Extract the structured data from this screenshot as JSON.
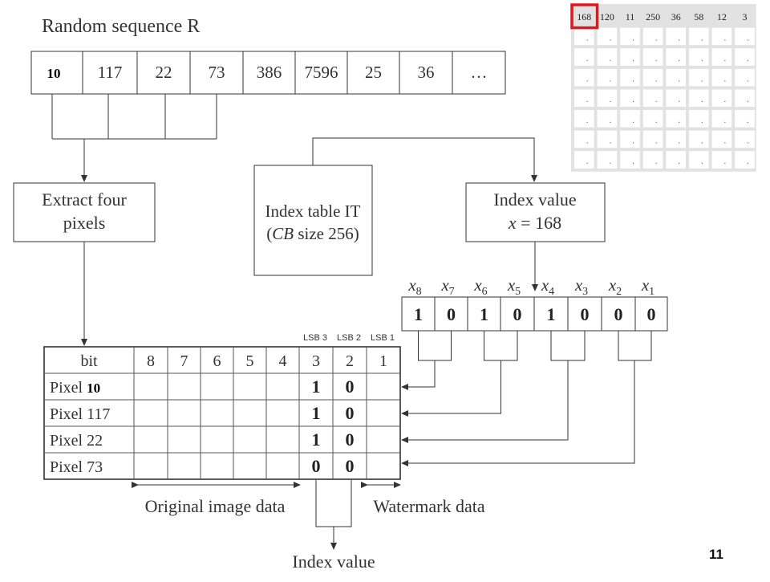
{
  "title": "Random sequence R",
  "sequence": [
    "10",
    "117",
    "22",
    "73",
    "386",
    "7596",
    "25",
    "36",
    "…"
  ],
  "boxes": {
    "extract": [
      "Extract four",
      "pixels"
    ],
    "index_table_line1": "Index table IT",
    "index_table_line2_prefix": "(",
    "index_table_line2_italic": "CB",
    "index_table_line2_rest": " size 256)",
    "index_value_line1": "Index value",
    "index_value_var": "x",
    "index_value_rest": " = 168"
  },
  "bits": {
    "labels": [
      {
        "base": "x",
        "sub": "8"
      },
      {
        "base": "x",
        "sub": "7"
      },
      {
        "base": "x",
        "sub": "6"
      },
      {
        "base": "x",
        "sub": "5"
      },
      {
        "base": "x",
        "sub": "4"
      },
      {
        "base": "x",
        "sub": "3"
      },
      {
        "base": "x",
        "sub": "2"
      },
      {
        "base": "x",
        "sub": "1"
      }
    ],
    "values": [
      "1",
      "0",
      "1",
      "0",
      "1",
      "0",
      "0",
      "0"
    ]
  },
  "pixel_table": {
    "lsb_labels": [
      "LSB 3",
      "LSB 2",
      "LSB 1"
    ],
    "header": [
      "bit",
      "8",
      "7",
      "6",
      "5",
      "4",
      "3",
      "2",
      "1"
    ],
    "rows": [
      {
        "label": "Pixel ",
        "label_num": "10",
        "lsb3": "1",
        "lsb2": "0"
      },
      {
        "label": "Pixel 117",
        "label_num": "",
        "lsb3": "1",
        "lsb2": "0"
      },
      {
        "label": "Pixel 22",
        "label_num": "",
        "lsb3": "1",
        "lsb2": "0"
      },
      {
        "label": "Pixel 73",
        "label_num": "",
        "lsb3": "0",
        "lsb2": "0"
      }
    ]
  },
  "bottom_labels": {
    "original": "Original image data",
    "watermark": "Watermark data",
    "index": "Index value"
  },
  "codebook": {
    "header": [
      "168",
      "120",
      "11",
      "250",
      "36",
      "58",
      "12",
      "3"
    ],
    "empty_rows": 7,
    "dot": "."
  },
  "page_number": "11",
  "colors": {
    "highlight": "#e8141c",
    "line": "#333333",
    "codebook_bg": "#e2e2e2"
  }
}
